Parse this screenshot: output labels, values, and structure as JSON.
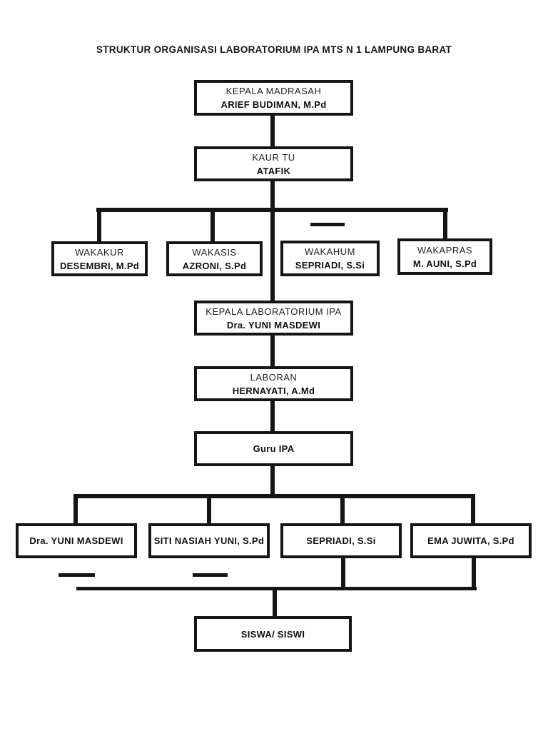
{
  "page": {
    "title": "STRUKTUR ORGANISASI LABORATORIUM IPA MTS N 1 LAMPUNG BARAT"
  },
  "chart": {
    "type": "org-chart",
    "nodes": {
      "kepala_madrasah": {
        "role": "KEPALA MADRASAH",
        "name": "ARIEF BUDIMAN, M.Pd"
      },
      "kaur_tu": {
        "role": "KAUR TU",
        "name": "ATAFIK"
      },
      "wakakur": {
        "role": "WAKAKUR",
        "name": "DESEMBRI, M.Pd"
      },
      "wakasis": {
        "role": "WAKASIS",
        "name": "AZRONI, S.Pd"
      },
      "wakahum": {
        "role": "WAKAHUM",
        "name": "SEPRIADI, S.Si"
      },
      "wakapras": {
        "role": "WAKAPRAS",
        "name": "M. AUNI, S.Pd"
      },
      "kepala_lab": {
        "role": "KEPALA LABORATORIUM IPA",
        "name": "Dra. YUNI MASDEWI"
      },
      "laboran": {
        "role": "LABORAN",
        "name": "HERNAYATI, A.Md"
      },
      "guru_ipa": {
        "role": "Guru IPA"
      },
      "guru_1": {
        "name": "Dra. YUNI MASDEWI"
      },
      "guru_2": {
        "name": "SITI NASIAH YUNI, S.Pd"
      },
      "guru_3": {
        "name": "SEPRIADI, S.Si"
      },
      "guru_4": {
        "name": "EMA JUWITA, S.Pd"
      },
      "siswa": {
        "name": "SISWA/ SISWI"
      }
    },
    "line_color": "#151515",
    "background": "#ffffff"
  }
}
